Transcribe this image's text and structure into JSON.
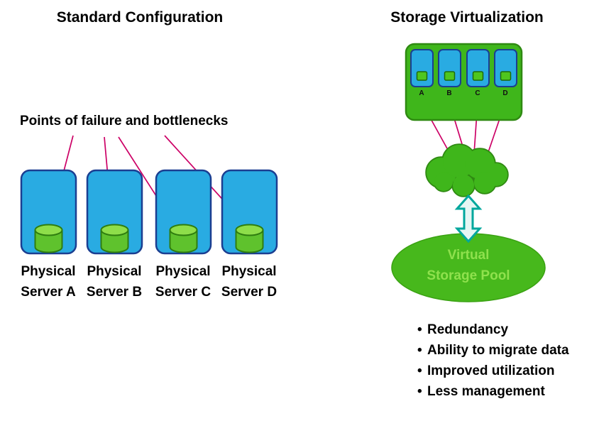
{
  "left": {
    "title": "Standard Configuration",
    "caption": "Points of failure and bottlenecks",
    "servers": [
      {
        "line1": "Physical",
        "line2": "Server A"
      },
      {
        "line1": "Physical",
        "line2": "Server B"
      },
      {
        "line1": "Physical",
        "line2": "Server C"
      },
      {
        "line1": "Physical",
        "line2": "Server D"
      }
    ]
  },
  "right": {
    "title": "Storage Virtualization",
    "hosts": [
      "A",
      "B",
      "C",
      "D"
    ],
    "pool": {
      "line1": "Virtual",
      "line2": "Storage Pool"
    },
    "bullet_char": "•",
    "bullets": [
      "Redundancy",
      "Ability to migrate data",
      "Improved utilization",
      "Less management"
    ]
  },
  "icons": [
    "disk-cylinder-icon",
    "host-server-icon",
    "cloud-icon",
    "double-arrow-icon",
    "storage-pool-ellipse"
  ],
  "colors": {
    "server_blue": "#29abe2",
    "server_border": "#1b3e91",
    "green": "#3fb61b",
    "green_border": "#2f8a12",
    "cylinder_green": "#5fc22d",
    "cylinder_top": "#8ede4a",
    "cylinder_border": "#2f7d0f",
    "connector_magenta": "#cc0066",
    "arrow_teal": "#00a79d",
    "arrow_fill": "#e6f6f4",
    "pool_fill": "#47b81c",
    "pool_text_green": "#8fe14d"
  }
}
